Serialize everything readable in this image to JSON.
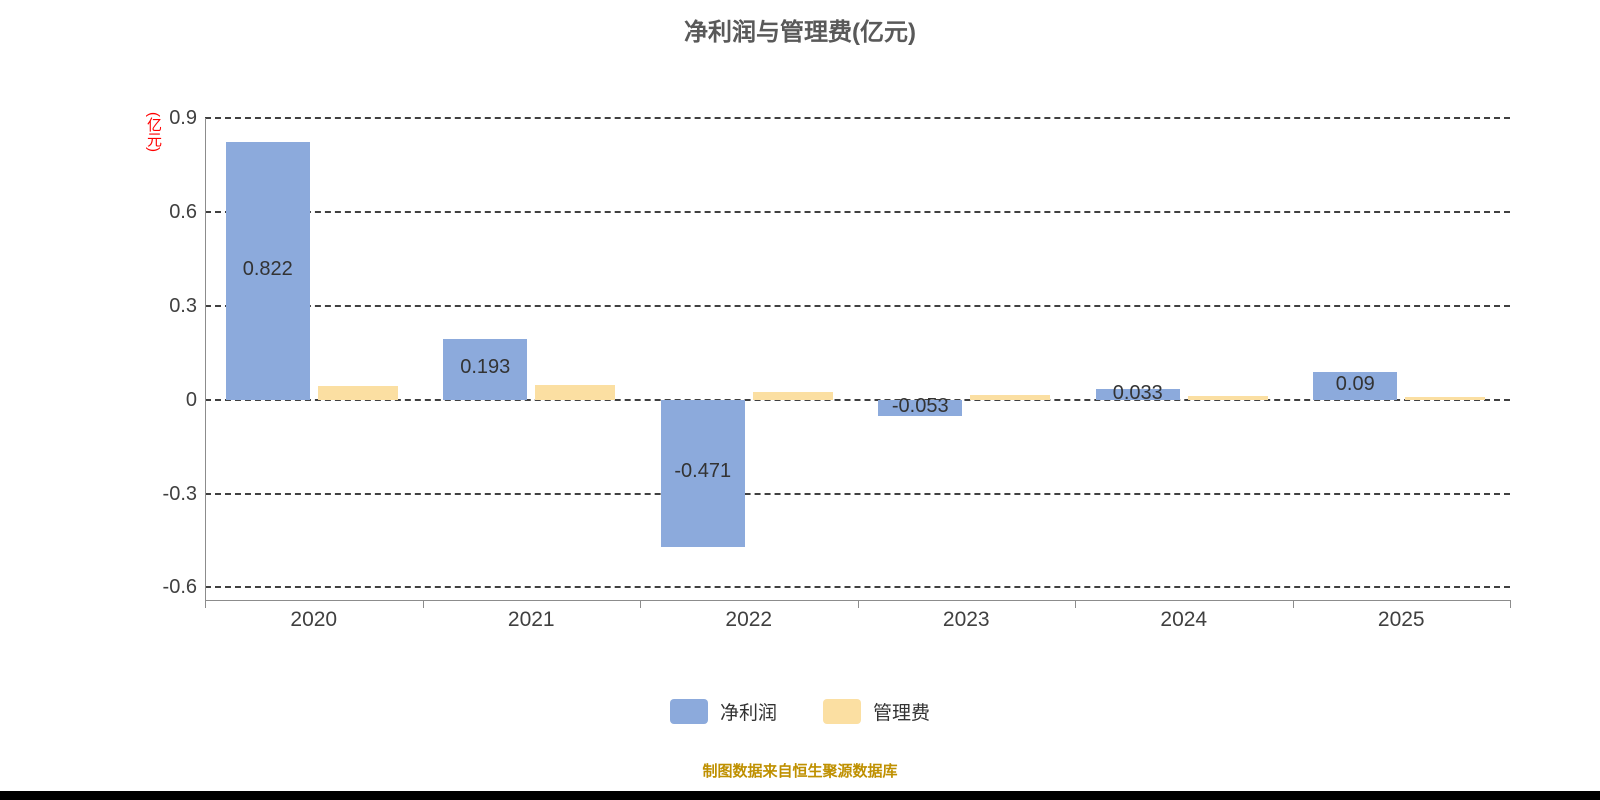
{
  "page": {
    "title": "净利润与管理费(亿元)",
    "source_note": "制图数据来自恒生聚源数据库"
  },
  "chart_data": {
    "type": "bar",
    "title": "净利润与管理费(亿元)",
    "xlabel": "",
    "ylabel": "(亿元)",
    "categories": [
      "2020",
      "2021",
      "2022",
      "2023",
      "2024",
      "2025"
    ],
    "series": [
      {
        "name": "净利润",
        "key": "net-profit",
        "color": "#8caadc",
        "values": [
          0.822,
          0.193,
          -0.471,
          -0.053,
          0.033,
          0.09
        ],
        "labels": [
          "0.822",
          "0.193",
          "-0.471",
          "-0.053",
          "0.033",
          "0.09"
        ]
      },
      {
        "name": "管理费",
        "key": "management-fee",
        "color": "#fbdfa2",
        "values": [
          0.045,
          0.048,
          0.026,
          0.016,
          0.012,
          0.01
        ]
      }
    ],
    "y_ticks": [
      0.9,
      0.6,
      0.3,
      0,
      -0.3,
      -0.6
    ],
    "ylim": [
      -0.64,
      0.9
    ],
    "grid": "horizontal-dashed",
    "legend_position": "bottom",
    "value_labels_on_series": "净利润"
  },
  "colors": {
    "net_profit": "#8caadc",
    "management_fee": "#fbdfa2",
    "title_text": "#595959",
    "axis_text": "#404040",
    "ylabel_text": "#ff0000",
    "source_text": "#bf9000",
    "gridline": "#404040"
  }
}
